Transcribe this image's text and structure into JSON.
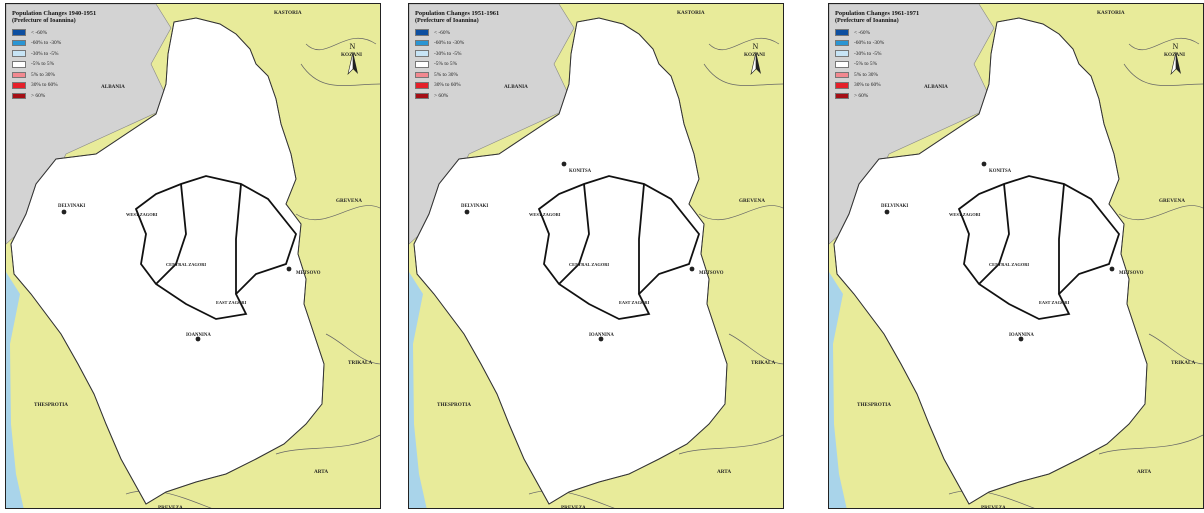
{
  "maps": [
    {
      "title": "Population Changes 1940-1951",
      "subtitle": "(Prefecture of Ioannina)",
      "labels": {
        "kastoria": "KASTORIA",
        "kozani": "KOZANI",
        "albania": "ALBANIA",
        "grevena": "GREVENA",
        "trikala": "TRIKALA",
        "thesprotia": "THESPROTIA",
        "arta": "ARTA",
        "preveza": "PREVEZA",
        "delvinaki": "DELVINAKI",
        "metsovo": "METSOVO",
        "zagori_west": "WEST ZAGORI",
        "zagori_central": "CENTRAL ZAGORI",
        "zagori_east": "EAST ZAGORI",
        "ioannina": "IOANNINA",
        "north": "N"
      }
    },
    {
      "title": "Population Changes 1951-1961",
      "subtitle": "(Prefecture of Ioannina)",
      "labels": {
        "kastoria": "KASTORIA",
        "kozani": "KOZANI",
        "albania": "ALBANIA",
        "grevena": "GREVENA",
        "trikala": "TRIKALA",
        "thesprotia": "THESPROTIA",
        "arta": "ARTA",
        "preveza": "PREVEZA",
        "delvinaki": "DELVINAKI",
        "konitsa": "KONITSA",
        "metsovo": "METSOVO",
        "zagori_west": "WEST ZAGORI",
        "zagori_central": "CENTRAL ZAGORI",
        "zagori_east": "EAST ZAGORI",
        "ioannina": "IOANNINA",
        "north": "N"
      }
    },
    {
      "title": "Population Changes 1961-1971",
      "subtitle": "(Prefecture of Ioannina)",
      "labels": {
        "kastoria": "KASTORIA",
        "kozani": "KOZANI",
        "albania": "ALBANIA",
        "grevena": "GREVENA",
        "trikala": "TRIKALA",
        "thesprotia": "THESPROTIA",
        "arta": "ARTA",
        "preveza": "PREVEZA",
        "delvinaki": "DELVINAKI",
        "konitsa": "KONITSA",
        "metsovo": "METSOVO",
        "zagori_west": "WEST ZAGORI",
        "zagori_central": "CENTRAL ZAGORI",
        "zagori_east": "EAST ZAGORI",
        "ioannina": "IOANNINA",
        "north": "N"
      }
    }
  ],
  "legend": [
    {
      "label": "< -60%",
      "color": "#0d4fa0"
    },
    {
      "label": "-60% to -30%",
      "color": "#2a95d3"
    },
    {
      "label": "-30% to -5%",
      "color": "#c7e4f5"
    },
    {
      "label": "-5% to 5%",
      "color": "#ffffff"
    },
    {
      "label": "5% to 30%",
      "color": "#f2888f"
    },
    {
      "label": "30% to 60%",
      "color": "#e5202a"
    },
    {
      "label": "> 60%",
      "color": "#a50f15"
    }
  ],
  "colors": {
    "neighbor_land": "#e8eb9a",
    "albania": "#d3d3d3",
    "sea": "#a9d4ea",
    "boundary": "#111111",
    "region_border": "#666666"
  }
}
